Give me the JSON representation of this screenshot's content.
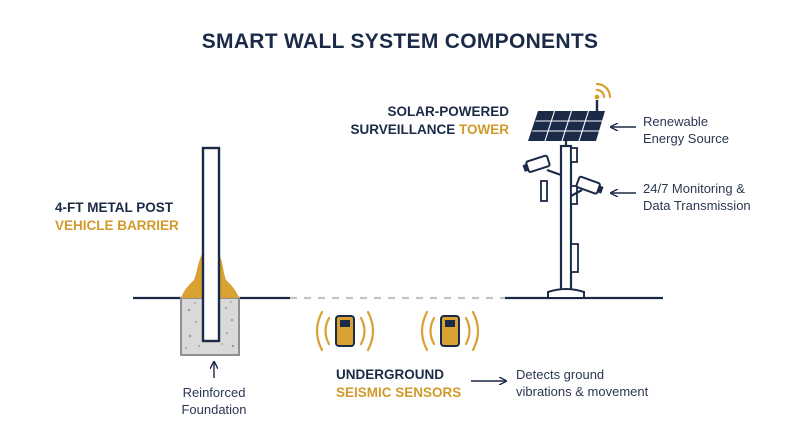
{
  "title": "SMART WALL SYSTEM COMPONENTS",
  "post": {
    "line1": "4-FT METAL POST",
    "line2": "VEHICLE BARRIER"
  },
  "foundation": {
    "line1": "Reinforced",
    "line2": "Foundation"
  },
  "tower": {
    "line1": "SOLAR-POWERED",
    "line2a": "SURVEILLANCE",
    "line2b": "TOWER"
  },
  "solar": {
    "line1": "Renewable",
    "line2": "Energy Source"
  },
  "monitoring": {
    "line1": "24/7 Monitoring &",
    "line2": "Data Transmission"
  },
  "sensors": {
    "line1": "UNDERGROUND",
    "line2": "SEISMIC SENSORS",
    "note_line1": "Detects ground",
    "note_line2": "vibrations & movement"
  },
  "colors": {
    "navy": "#1b2a47",
    "gold": "#d19a2a",
    "concrete": "#d9d9d9",
    "ground_dash": "#c4c4c4"
  }
}
